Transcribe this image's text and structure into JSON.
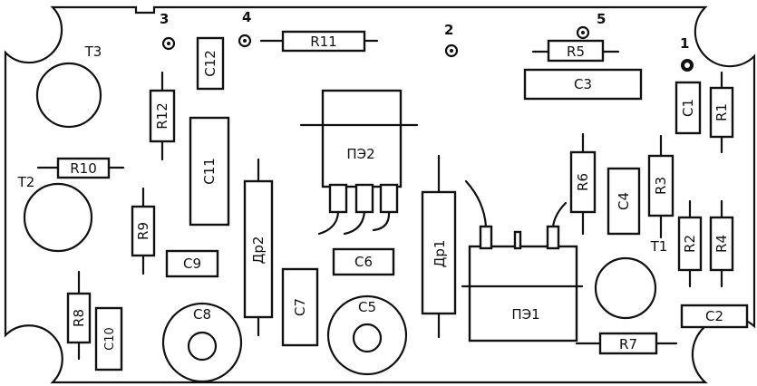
{
  "board": {
    "contact_points": [
      "1",
      "2",
      "3",
      "4",
      "5"
    ],
    "resistors": [
      "R1",
      "R2",
      "R3",
      "R4",
      "R5",
      "R6",
      "R7",
      "R8",
      "R9",
      "R10",
      "R11",
      "R12"
    ],
    "capacitors": [
      "C1",
      "C2",
      "C3",
      "C4",
      "C5",
      "C6",
      "C7",
      "C8",
      "C9",
      "C10",
      "C11",
      "C12"
    ],
    "transistors": [
      "T1",
      "T2",
      "T3"
    ],
    "chokes": [
      "Др1",
      "Др2"
    ],
    "filters": [
      "ПЭ1",
      "ПЭ2"
    ]
  }
}
